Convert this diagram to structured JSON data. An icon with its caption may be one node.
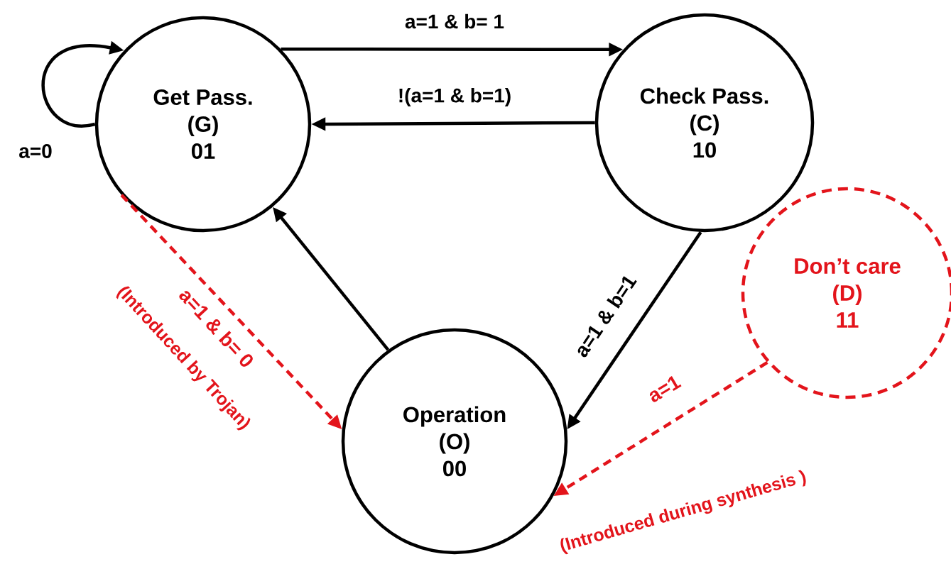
{
  "diagram": {
    "nodes": [
      {
        "text": [
          "Get Pass.",
          "(G)",
          "01"
        ]
      },
      {
        "text": [
          "Check Pass.",
          "(C)",
          "10"
        ]
      },
      {
        "text": [
          "Operation",
          "(O)",
          "00"
        ]
      },
      {
        "text": [
          "Don’t care",
          "(D)",
          "11"
        ]
      }
    ],
    "edges": [
      {
        "from": 0,
        "to": 1,
        "arrow": "to",
        "label": "a=1 & b= 1"
      },
      {
        "from": 1,
        "to": 0,
        "arrow": "to",
        "label": "!(a=1 & b=1)"
      },
      {
        "from": 0,
        "to": 0,
        "arrow": "to",
        "label": "a=0"
      },
      {
        "from": 2,
        "to": 0,
        "arrow": "to"
      },
      {
        "from": 1,
        "to": 2,
        "arrow": "to",
        "label": "a=1 & b=1"
      },
      {
        "from": 0,
        "to": 2,
        "arrow": "to",
        "label": "a=1 & b= 0",
        "style": "dashed",
        "color": "#e3141b"
      },
      {
        "from": 3,
        "to": 2,
        "arrow": "to",
        "label": "a=1",
        "style": "dashed",
        "color": "#e3141b"
      }
    ],
    "labels": [
      "(Introduced by Trojan)",
      "(Introduced during synthesis )"
    ]
  }
}
